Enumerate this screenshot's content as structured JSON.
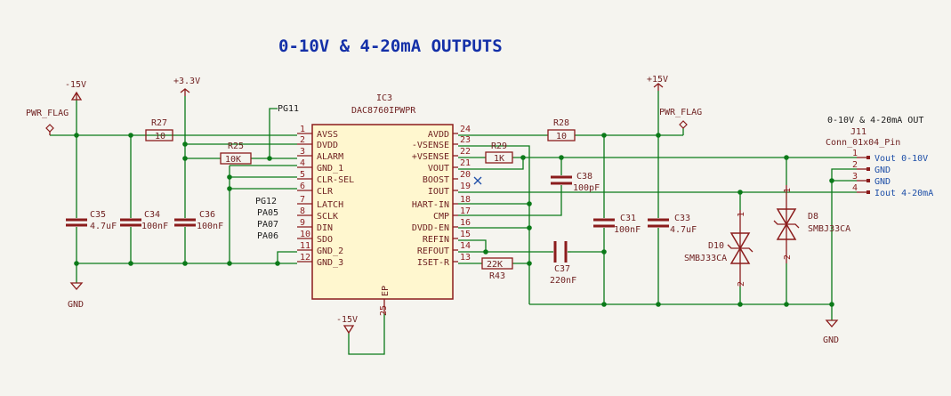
{
  "title": "0-10V & 4-20mA OUTPUTS",
  "ic": {
    "ref": "IC3",
    "value": "DAC8760IPWPR",
    "left_pins": [
      {
        "num": "1",
        "name": "AVSS"
      },
      {
        "num": "2",
        "name": "DVDD"
      },
      {
        "num": "3",
        "name": "ALARM"
      },
      {
        "num": "4",
        "name": "GND_1"
      },
      {
        "num": "5",
        "name": "CLR-SEL"
      },
      {
        "num": "6",
        "name": "CLR"
      },
      {
        "num": "7",
        "name": "LATCH"
      },
      {
        "num": "8",
        "name": "SCLK"
      },
      {
        "num": "9",
        "name": "DIN"
      },
      {
        "num": "10",
        "name": "SDO"
      },
      {
        "num": "11",
        "name": "GND_2"
      },
      {
        "num": "12",
        "name": "GND_3"
      }
    ],
    "right_pins": [
      {
        "num": "24",
        "name": "AVDD"
      },
      {
        "num": "23",
        "name": "-VSENSE"
      },
      {
        "num": "22",
        "name": "+VSENSE"
      },
      {
        "num": "21",
        "name": "VOUT"
      },
      {
        "num": "20",
        "name": "BOOST"
      },
      {
        "num": "19",
        "name": "IOUT"
      },
      {
        "num": "18",
        "name": "HART-IN"
      },
      {
        "num": "17",
        "name": "CMP"
      },
      {
        "num": "16",
        "name": "DVDD-EN"
      },
      {
        "num": "15",
        "name": "REFIN"
      },
      {
        "num": "14",
        "name": "REFOUT"
      },
      {
        "num": "13",
        "name": "ISET-R"
      }
    ],
    "ep_pin": {
      "num": "25",
      "name": "EP"
    }
  },
  "signals": {
    "pg11": "PG11",
    "pg12": "PG12",
    "pa05": "PA05",
    "pa07": "PA07",
    "pa06": "PA06"
  },
  "power": {
    "neg15_left": "-15V",
    "p3v3": "+3.3V",
    "p15": "+15V",
    "neg15_ep": "-15V",
    "gnd_left": "GND",
    "gnd_right": "GND",
    "pwr_flag_left": "PWR_FLAG",
    "pwr_flag_right": "PWR_FLAG"
  },
  "parts": {
    "r27": {
      "ref": "R27",
      "value": "10"
    },
    "r25": {
      "ref": "R25",
      "value": "10K"
    },
    "r28": {
      "ref": "R28",
      "value": "10"
    },
    "r29": {
      "ref": "R29",
      "value": "1K"
    },
    "r43": {
      "ref": "R43",
      "value": "22K"
    },
    "c35": {
      "ref": "C35",
      "value": "4.7uF"
    },
    "c34": {
      "ref": "C34",
      "value": "100nF"
    },
    "c36": {
      "ref": "C36",
      "value": "100nF"
    },
    "c38": {
      "ref": "C38",
      "value": "100pF"
    },
    "c31": {
      "ref": "C31",
      "value": "100nF"
    },
    "c33": {
      "ref": "C33",
      "value": "4.7uF"
    },
    "c37": {
      "ref": "C37",
      "value": "220nF"
    },
    "d10": {
      "ref": "D10",
      "value": "SMBJ33CA",
      "pin_a": "1",
      "pin_b": "2"
    },
    "d8": {
      "ref": "D8",
      "value": "SMBJ33CA",
      "pin_a": "1",
      "pin_b": "2"
    }
  },
  "connector": {
    "ref": "J11",
    "value": "Conn_01x04_Pin",
    "header": "0-10V & 4-20mA OUT",
    "pins": [
      {
        "num": "1",
        "net": "Vout 0-10V"
      },
      {
        "num": "2",
        "net": "GND"
      },
      {
        "num": "3",
        "net": "GND"
      },
      {
        "num": "4",
        "net": "Iout 4-20mA"
      }
    ]
  },
  "colors": {
    "wire": "#0b7a19",
    "symbol": "#8b1c1c",
    "body_fill": "#fff7cf",
    "net_label": "#1e4fa8",
    "title": "#1430a8",
    "background": "#f5f4ef"
  }
}
